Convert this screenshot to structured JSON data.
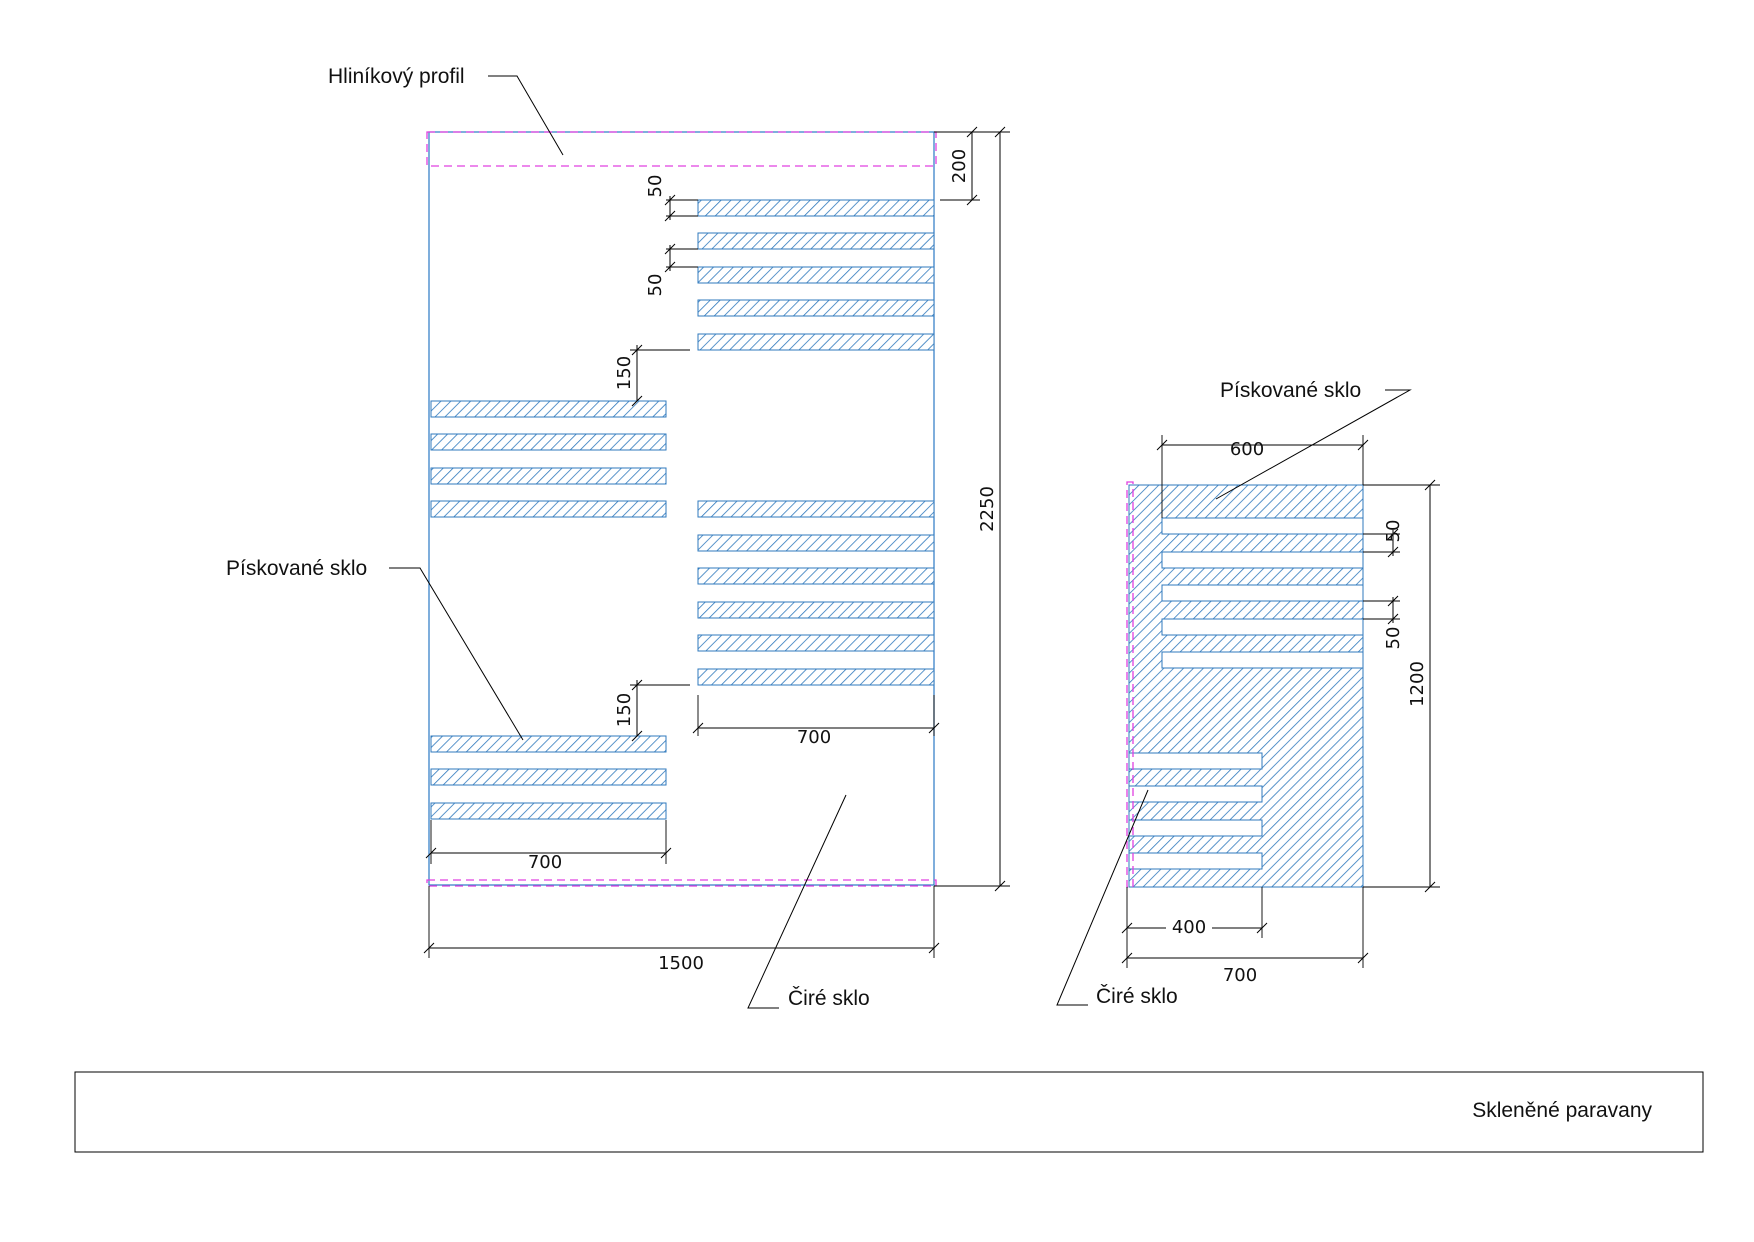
{
  "labels": {
    "profile": "Hliníkový profil",
    "sand_left": "Pískované sklo",
    "clear_left": "Čiré sklo",
    "sand_right": "Pískované sklo",
    "clear_right": "Čiré sklo"
  },
  "dimensions": {
    "left_width": "1500",
    "left_height": "2250",
    "left_profile": "200",
    "left_gap_top": "50",
    "left_stripe": "50",
    "left_offset_upper": "150",
    "left_offset_lower": "150",
    "left_right_group_width": "700",
    "left_left_group_width": "700",
    "right_top_width": "600",
    "right_height": "1200",
    "right_gap": "50",
    "right_stripe": "50",
    "right_bottom_slot_width": "400",
    "right_width": "700"
  },
  "title_block": {
    "title": "Skleněné paravany"
  },
  "colors": {
    "sandblasted_hatch": "#2f79bd",
    "glass_outline": "#2a78c4",
    "aluminium_profile": "#e040e0",
    "dimension_lines": "#000000"
  }
}
